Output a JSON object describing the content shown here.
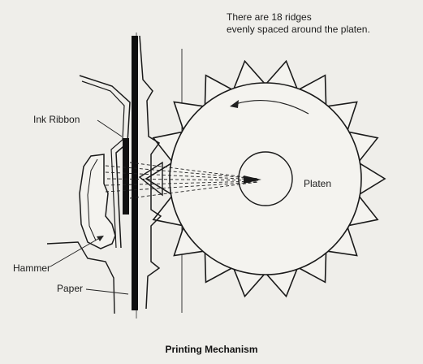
{
  "diagram": {
    "note": {
      "line1": "There are 18 ridges",
      "line2": "evenly spaced around the platen."
    },
    "labels": {
      "ink_ribbon": "Ink Ribbon",
      "platen": "Platen",
      "hammer": "Hammer",
      "paper": "Paper"
    },
    "caption": "Printing Mechanism",
    "ridge_count": 18,
    "colors": {
      "ink": "#1a1a1a",
      "background": "#efeeea"
    }
  }
}
